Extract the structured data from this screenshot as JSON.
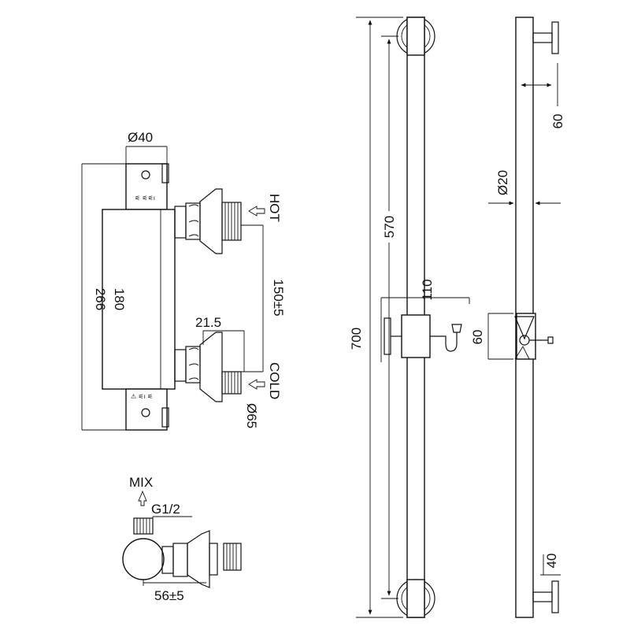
{
  "labels": {
    "hot": "HOT",
    "cold": "COLD",
    "mix": "MIX"
  },
  "dimensions": {
    "valve_diameter": "Ø40",
    "overall_height": "266",
    "body_height": "180",
    "inlet_spacing": "150±5",
    "inlet_offset": "21.5",
    "escutcheon_diameter": "Ø65",
    "outlet_thread": "G1/2",
    "mixer_depth": "56±5",
    "rail_length": "700",
    "rail_inner_length": "570",
    "holder_height": "110",
    "holder_depth": "60",
    "rail_diameter": "Ø20",
    "wall_clearance": "60",
    "bracket_offset": "40"
  }
}
